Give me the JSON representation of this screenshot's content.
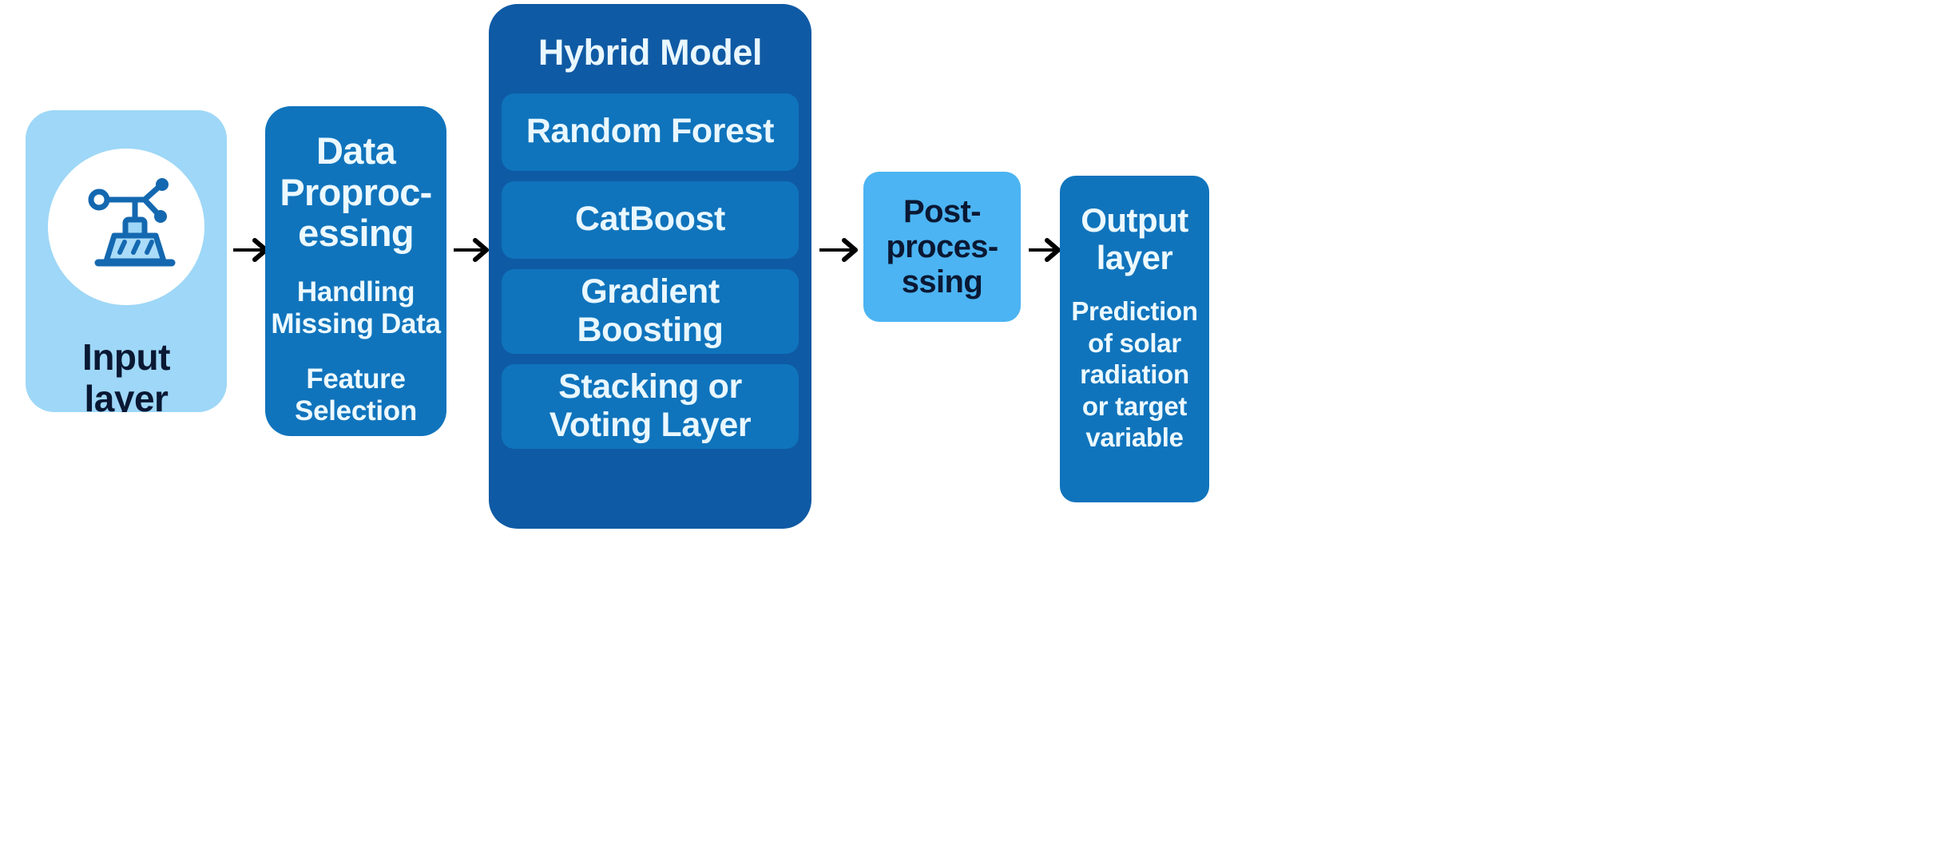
{
  "diagram": {
    "type": "pipeline-flowchart",
    "background": "#ffffff",
    "stages": [
      {
        "id": "input-layer",
        "title": "Input\nlayer",
        "icon": "weather-station-anemometer-icon",
        "color": "#9ed7f7",
        "text_color": "#0a1833"
      },
      {
        "id": "data-preprocessing",
        "title": "Data\nProproc-\nessing",
        "color": "#1074bc",
        "text_color": "#ecf9ff",
        "items": [
          "Handling\nMissing Data",
          "Feature\nSelection"
        ]
      },
      {
        "id": "hybrid-model",
        "title": "Hybrid Model",
        "color": "#0f5aa4",
        "text_color": "#e9f7ff",
        "submodel_color": "#0f74bc",
        "submodels": [
          "Random Forest",
          "CatBoost",
          "Gradient\nBoosting",
          "Stacking or\nVoting Layer"
        ]
      },
      {
        "id": "post-processing",
        "title": "Post-\nproces-\nssing",
        "color": "#4cb4f2",
        "text_color": "#0a1833"
      },
      {
        "id": "output-layer",
        "title": "Output\nlayer",
        "color": "#1074bc",
        "text_color": "#ecf9ff",
        "items": [
          "Prediction\nof solar\nradiation\nor target\nvariable"
        ]
      }
    ],
    "connectors": [
      {
        "id": "arrow-input-to-preprocessing",
        "glyph": "arrow-right-icon"
      },
      {
        "id": "arrow-preprocessing-to-hybrid",
        "glyph": "arrow-right-icon"
      },
      {
        "id": "arrow-hybrid-to-post",
        "glyph": "arrow-right-icon"
      },
      {
        "id": "arrow-post-to-output",
        "glyph": "arrow-right-icon"
      }
    ]
  },
  "labels": {
    "input_title": "Input\nlayer",
    "preprocessing_title": "Data\nProproc-\nessing",
    "preprocessing_item_1": "Handling\nMissing Data",
    "preprocessing_item_2": "Feature\nSelection",
    "hybrid_title": "Hybrid Model",
    "submodel_1": "Random Forest",
    "submodel_2": "CatBoost",
    "submodel_3": "Gradient\nBoosting",
    "submodel_4": "Stacking or\nVoting Layer",
    "post_title": "Post-\nproces-\nssing",
    "output_title": "Output\nlayer",
    "output_item_1": "Prediction\nof solar\nradiation\nor target\nvariable"
  }
}
